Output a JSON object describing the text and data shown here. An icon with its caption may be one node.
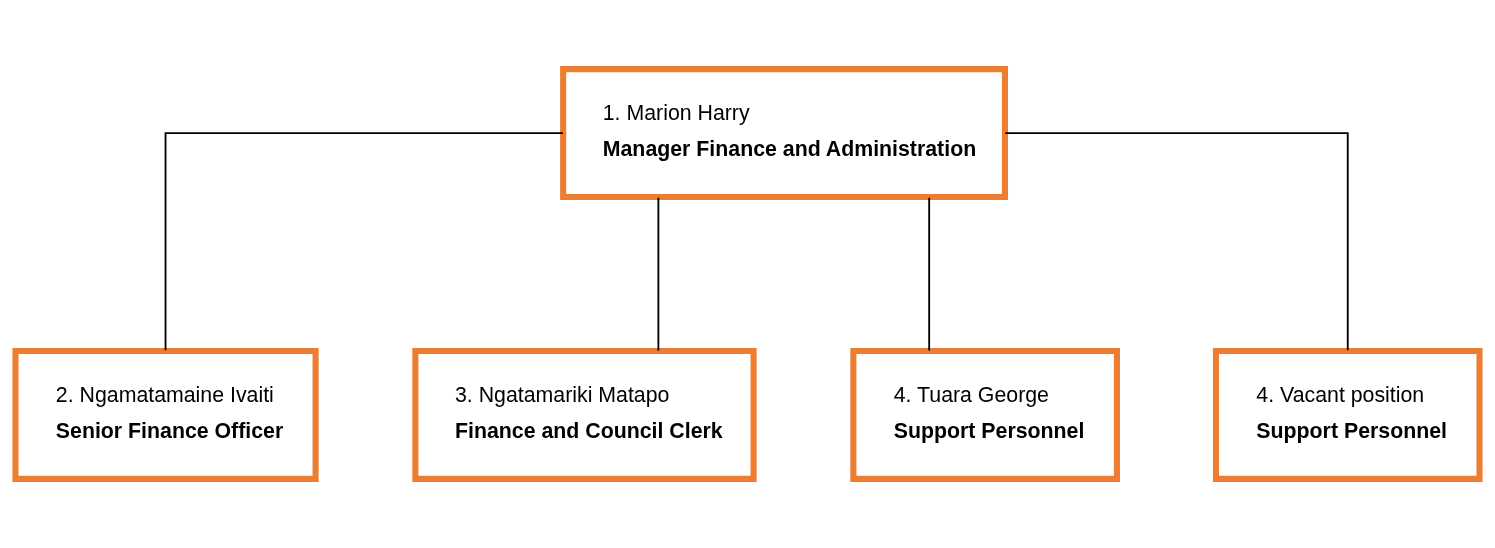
{
  "diagram": {
    "nodes": [
      {
        "text": [
          "1. Marion Harry",
          "Manager Finance and Administration"
        ]
      },
      {
        "text": [
          "2. Ngamatamaine Ivaiti",
          "Senior Finance Officer"
        ]
      },
      {
        "text": [
          "3. Ngatamariki Matapo",
          "Finance and Council Clerk"
        ]
      },
      {
        "text": [
          "4. Tuara George",
          "Support Personnel"
        ]
      },
      {
        "text": [
          "4. Vacant position",
          "Support Personnel"
        ]
      }
    ],
    "edges": [
      {
        "from": 0,
        "to": 1,
        "arrow": "none"
      },
      {
        "from": 0,
        "to": 2,
        "arrow": "none"
      },
      {
        "from": 0,
        "to": 3,
        "arrow": "none"
      },
      {
        "from": 0,
        "to": 4,
        "arrow": "none"
      }
    ]
  }
}
